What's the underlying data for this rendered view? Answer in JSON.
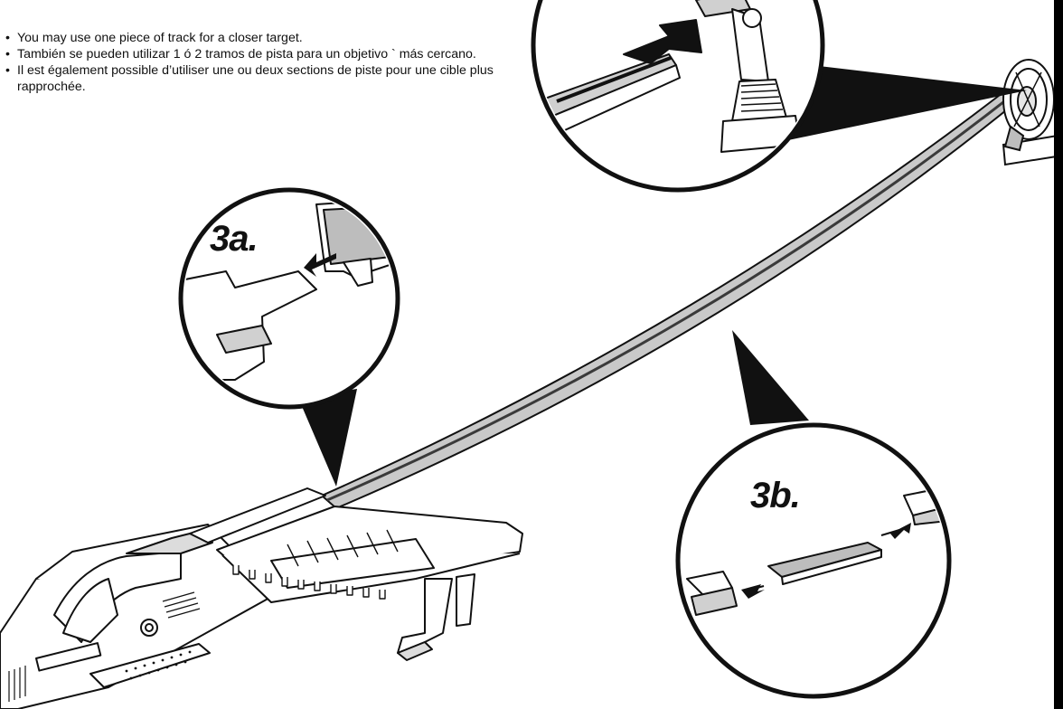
{
  "instructions": [
    "You may use one piece of track for a closer target.",
    "También se pueden utilizar 1 ó 2 tramos de pista para un objetivo ` más cercano.",
    "Il est également possible d’utiliser une ou deux sections de piste pour une cible plus rapprochée."
  ],
  "bullet": "•",
  "steps": {
    "step_3a": "3a.",
    "step_3b": "3b."
  },
  "colors": {
    "ink": "#111111",
    "track_fill": "#c9c9c9",
    "track_dark": "#3a3a3a",
    "part_grey": "#bdbdbd",
    "page_edge": "#000000"
  }
}
